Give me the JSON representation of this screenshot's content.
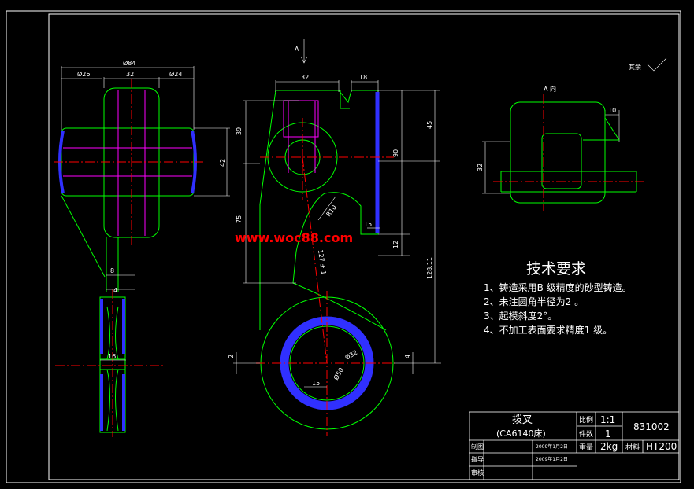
{
  "colors": {
    "background": "#000000",
    "outline": "#00ff00",
    "dimension": "#ffffff",
    "centerline": "#ff0000",
    "hidden": "#ff00ff",
    "hatch": "#3030ff",
    "watermark": "#ff0000"
  },
  "watermark": "www.woc88.com",
  "view_labels": {
    "section_arrow": "A",
    "view_a": "A 向",
    "surface_finish": "其余"
  },
  "dimensions": {
    "d84": "Ø84",
    "d26": "Ø26",
    "w32_left": "32",
    "d24": "Ø24",
    "h42": "42",
    "d8": "8",
    "d4": "4",
    "d16": "16",
    "w32_front": "32",
    "w18": "18",
    "h39": "39",
    "h90": "90",
    "h45": "45",
    "h75": "75",
    "r10": "R10",
    "h15_upper": "15",
    "h12": "12",
    "dim_127": "127 ± 1",
    "dim_128": "128.11",
    "d2": "2",
    "d4_right": "4",
    "phi32": "Ø32",
    "phi50": "Ø50",
    "h15_lower": "15",
    "h32_view": "32",
    "w10_view": "10"
  },
  "tech_requirements": {
    "title": "技术要求",
    "items": [
      "1、铸造采用B 级精度的砂型铸造。",
      "2、未注圆角半径为2  。",
      "3、起模斜度2°。",
      "4、不加工表面要求精度1 级。"
    ]
  },
  "title_block": {
    "part_name": "拨叉",
    "part_sub": "(CA6140床)",
    "scale_label": "比例",
    "scale_value": "1:1",
    "qty_label": "件数",
    "qty_value": "1",
    "weight_label": "重量",
    "weight_value": "2kg",
    "material_label": "材料",
    "material_value": "HT200",
    "drawing_no": "831002",
    "drawn_label": "制图",
    "drawn_date": "2009年1月2日",
    "guide_label": "指导",
    "guide_date": "2009年1月2日",
    "review_label": "审核"
  }
}
